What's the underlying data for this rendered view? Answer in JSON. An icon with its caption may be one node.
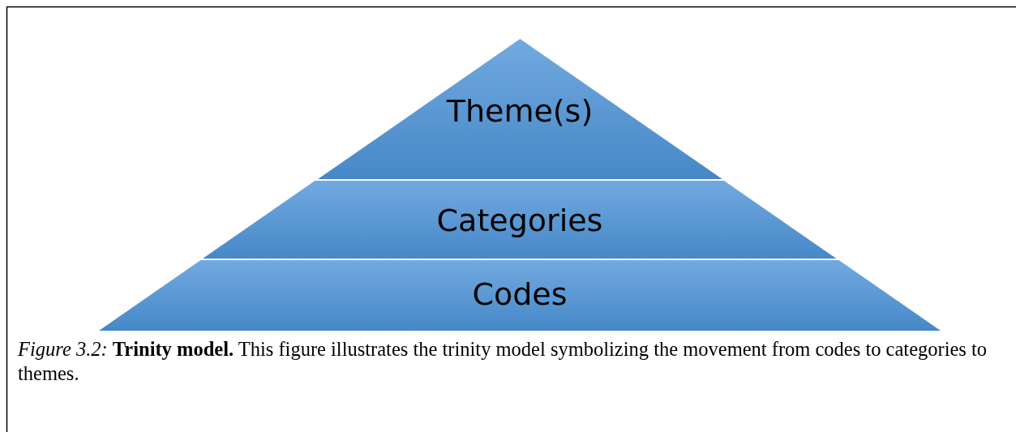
{
  "diagram": {
    "caption": "*Figure 3.2:* **Trinity model.** This figure illustrates the trinity model symbolizing the movement from codes to categories to themes.",
    "nodes": [
      {
        "text": [
          "Theme(s)"
        ]
      },
      {
        "text": [
          "Categories"
        ]
      },
      {
        "text": [
          "Codes"
        ]
      }
    ]
  }
}
